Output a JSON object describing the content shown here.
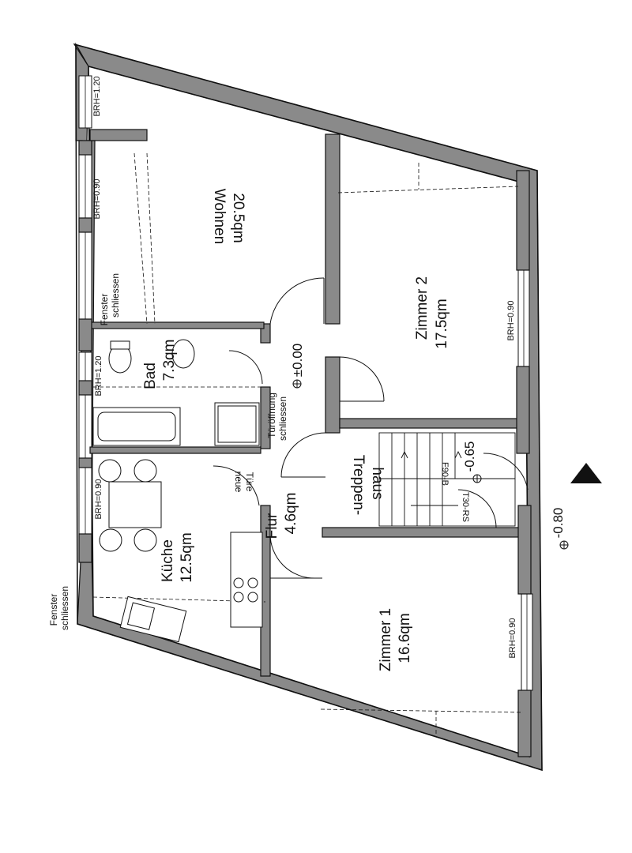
{
  "rooms": {
    "wohnen": {
      "name": "Wohnen",
      "area": "20.5qm"
    },
    "zimmer2": {
      "name": "Zimmer 2",
      "area": "17.5qm"
    },
    "bad": {
      "name": "Bad",
      "area": "7.3qm"
    },
    "kueche": {
      "name": "Küche",
      "area": "12.5qm"
    },
    "flur": {
      "name": "Flur",
      "area": "4.6qm"
    },
    "treppenhaus": {
      "name_line1": "Treppen-",
      "name_line2": "haus"
    },
    "zimmer1": {
      "name": "Zimmer 1",
      "area": "16.6qm"
    }
  },
  "notes": {
    "fenster_schliessen_top_1": "Fenster",
    "fenster_schliessen_top_2": "schliessen",
    "fenster_schliessen_outside_1": "Fenster",
    "fenster_schliessen_outside_2": "schliessen",
    "tueroeffnung_1": "Türöffnung",
    "tueroeffnung_2": "schliessen",
    "neue_tuere_1": "neue",
    "neue_tuere_2": "Türe"
  },
  "sill_heights": {
    "wohnen_top": "BRH=1.20",
    "wohnen_left": "BRH=0.90",
    "bad": "BRH=1.20",
    "kueche": "BRH=0.90",
    "zimmer2": "BRH=0.90",
    "zimmer1": "BRH=0.90"
  },
  "levels": {
    "floor": "±0.00",
    "landing": "-0.65",
    "entrance": "-0.80"
  },
  "doors": {
    "f90": "F90-B",
    "t30": "T30-RS"
  },
  "colors": {
    "wall_fill": "#8a8a8a",
    "line": "#111111",
    "background": "#ffffff"
  }
}
